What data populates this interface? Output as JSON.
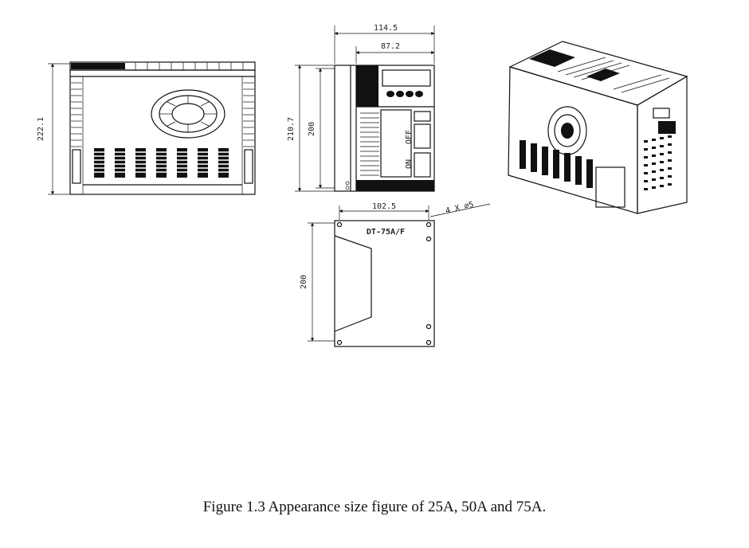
{
  "figure": {
    "caption": "Figure 1.3 Appearance size figure of 25A, 50A and 75A.",
    "front_view": {
      "height_label": "222.1"
    },
    "side_view": {
      "width_total_label": "114.5",
      "width_body_label": "87.2",
      "height_total_label": "210.7",
      "height_body_label": "200",
      "switch_label_top": "OFF",
      "switch_label_bottom": "ON"
    },
    "mount_view": {
      "width_label": "102.5",
      "height_label": "200",
      "hole_label": "4 X ∅5",
      "model_label": "DT-75A/F"
    }
  }
}
